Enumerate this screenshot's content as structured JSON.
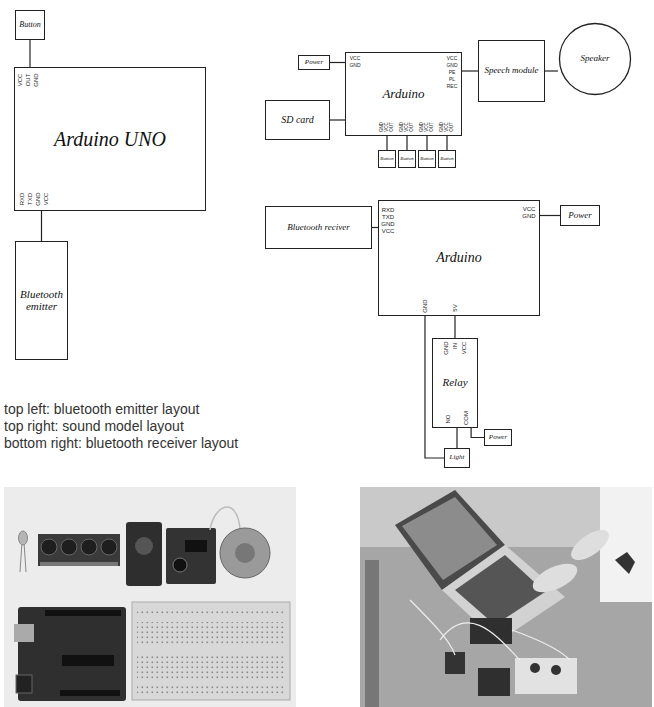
{
  "diagram": {
    "nodes": [
      {
        "text": [
          "Button"
        ]
      },
      {
        "text": [
          "Arduino UNO"
        ]
      },
      {
        "text": [
          "Bluetooth emitter"
        ]
      },
      {
        "text": [
          "Power"
        ]
      },
      {
        "text": [
          "Arduino"
        ]
      },
      {
        "text": [
          "SD card"
        ]
      },
      {
        "text": [
          "Speech module"
        ]
      },
      {
        "text": [
          "Speaker"
        ]
      },
      {
        "text": [
          "Button"
        ]
      },
      {
        "text": [
          "Button"
        ]
      },
      {
        "text": [
          "Button"
        ]
      },
      {
        "text": [
          "Button"
        ]
      },
      {
        "text": [
          "Bluetooth reciver"
        ]
      },
      {
        "text": [
          "Arduino"
        ]
      },
      {
        "text": [
          "Power"
        ]
      },
      {
        "text": [
          "Relay"
        ]
      },
      {
        "text": [
          "Power"
        ]
      },
      {
        "text": [
          "Light"
        ]
      }
    ],
    "edges": [
      {
        "from": 0,
        "to": 1,
        "arrow": "none"
      },
      {
        "from": 1,
        "to": 2,
        "arrow": "none"
      },
      {
        "from": 3,
        "to": 4,
        "arrow": "none"
      },
      {
        "from": 5,
        "to": 4,
        "arrow": "none"
      },
      {
        "from": 4,
        "to": 6,
        "arrow": "none"
      },
      {
        "from": 6,
        "to": 7,
        "arrow": "none"
      },
      {
        "from": 4,
        "to": 8,
        "arrow": "none"
      },
      {
        "from": 4,
        "to": 9,
        "arrow": "none"
      },
      {
        "from": 4,
        "to": 10,
        "arrow": "none"
      },
      {
        "from": 4,
        "to": 11,
        "arrow": "none"
      },
      {
        "from": 12,
        "to": 13,
        "arrow": "none"
      },
      {
        "from": 14,
        "to": 13,
        "arrow": "none"
      },
      {
        "from": 13,
        "to": 15,
        "arrow": "none"
      },
      {
        "from": 13,
        "to": 17,
        "arrow": "none"
      },
      {
        "from": 15,
        "to": 17,
        "arrow": "none"
      },
      {
        "from": 15,
        "to": 16,
        "arrow": "none"
      }
    ],
    "labels": [
      "VCC",
      "OUT",
      "GND",
      "RXD",
      "TXD",
      "GND",
      "VCC",
      "VCC",
      "GND",
      "VCC",
      "GND",
      "PE",
      "PL",
      "REC",
      "GND",
      "VCC",
      "OUT",
      "GND",
      "VCC",
      "OUT",
      "GND",
      "VCC",
      "OUT",
      "GND",
      "VCC",
      "OUT",
      "RXD",
      "TXD",
      "GND",
      "VCC",
      "VCC",
      "GND",
      "GND",
      "5V",
      "GND",
      "IN",
      "VCC",
      "NO",
      "COM",
      "top left: bluetooth emitter layout",
      "top right: sound model layout",
      "bottom right: bluetooth receiver layout"
    ]
  }
}
